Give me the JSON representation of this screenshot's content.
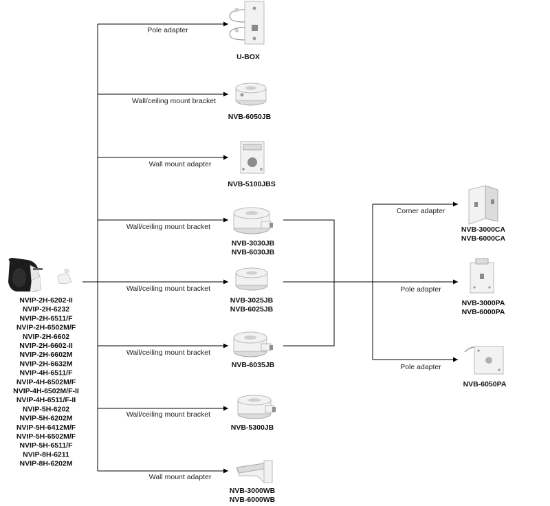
{
  "camera": {
    "icon": "bullet-camera-icon",
    "models": [
      "NVIP-2H-6202-II",
      "NVIP-2H-6232",
      "NVIP-2H-6511/F",
      "NVIP-2H-6502M/F",
      "NVIP-2H-6602",
      "NVIP-2H-6602-II",
      "NVIP-2H-6602M",
      "NVIP-2H-6632M",
      "NVIP-4H-6511/F",
      "NVIP-4H-6502M/F",
      "NVIP-4H-6502M/F-II",
      "NVIP-4H-6511/F-II",
      "NVIP-5H-6202",
      "NVIP-5H-6202M",
      "NVIP-5H-6412M/F",
      "NVIP-5H-6502M/F",
      "NVIP-5H-6511/F",
      "NVIP-8H-6211",
      "NVIP-8H-6202M"
    ]
  },
  "accessories": [
    {
      "edge_label": "Pole adapter",
      "models": [
        "U-BOX"
      ],
      "icon": "u-box-icon"
    },
    {
      "edge_label": "Wall/ceiling mount bracket",
      "models": [
        "NVB-6050JB"
      ],
      "icon": "junction-box-icon"
    },
    {
      "edge_label": "Wall mount adapter",
      "models": [
        "NVB-5100JBS"
      ],
      "icon": "wall-adapter-icon"
    },
    {
      "edge_label": "Wall/ceiling mount bracket",
      "models": [
        "NVB-3030JB",
        "NVB-6030JB"
      ],
      "icon": "junction-box-icon"
    },
    {
      "edge_label": "Wall/ceiling mount bracket",
      "models": [
        "NVB-3025JB",
        "NVB-6025JB"
      ],
      "icon": "junction-box-icon"
    },
    {
      "edge_label": "Wall/ceiling mount bracket",
      "models": [
        "NVB-6035JB"
      ],
      "icon": "junction-box-icon"
    },
    {
      "edge_label": "Wall/ceiling mount bracket",
      "models": [
        "NVB-5300JB"
      ],
      "icon": "junction-box-icon"
    },
    {
      "edge_label": "Wall mount adapter",
      "models": [
        "NVB-3000WB",
        "NVB-6000WB"
      ],
      "icon": "wall-bracket-icon"
    }
  ],
  "adapters": [
    {
      "edge_label": "Corner adapter",
      "models": [
        "NVB-3000CA",
        "NVB-6000CA"
      ],
      "icon": "corner-adapter-icon"
    },
    {
      "edge_label": "Pole adapter",
      "models": [
        "NVB-3000PA",
        "NVB-6000PA"
      ],
      "icon": "pole-adapter-icon"
    },
    {
      "edge_label": "Pole adapter",
      "models": [
        "NVB-6050PA"
      ],
      "icon": "pole-adapter-icon"
    }
  ]
}
